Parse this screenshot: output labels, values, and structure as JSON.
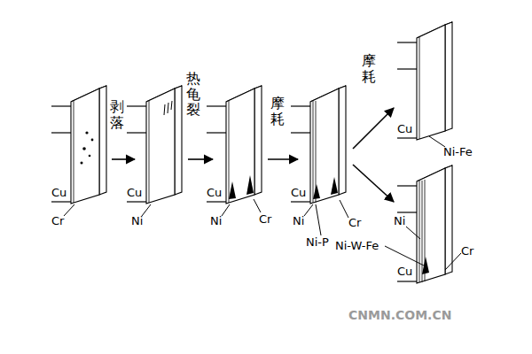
{
  "diagram": {
    "labels": [
      "剥落",
      "热龟裂",
      "摩耗",
      "摩耗",
      "Cu",
      "Cr",
      "Cu",
      "Ni",
      "Cu",
      "Ni",
      "Cr",
      "Cu",
      "Ni",
      "Ni-P",
      "Cr",
      "Cu",
      "Ni-Fe",
      "Ni",
      "Ni-W-Fe",
      "Cu",
      "Cr",
      "CNMN.COM.CN"
    ]
  }
}
